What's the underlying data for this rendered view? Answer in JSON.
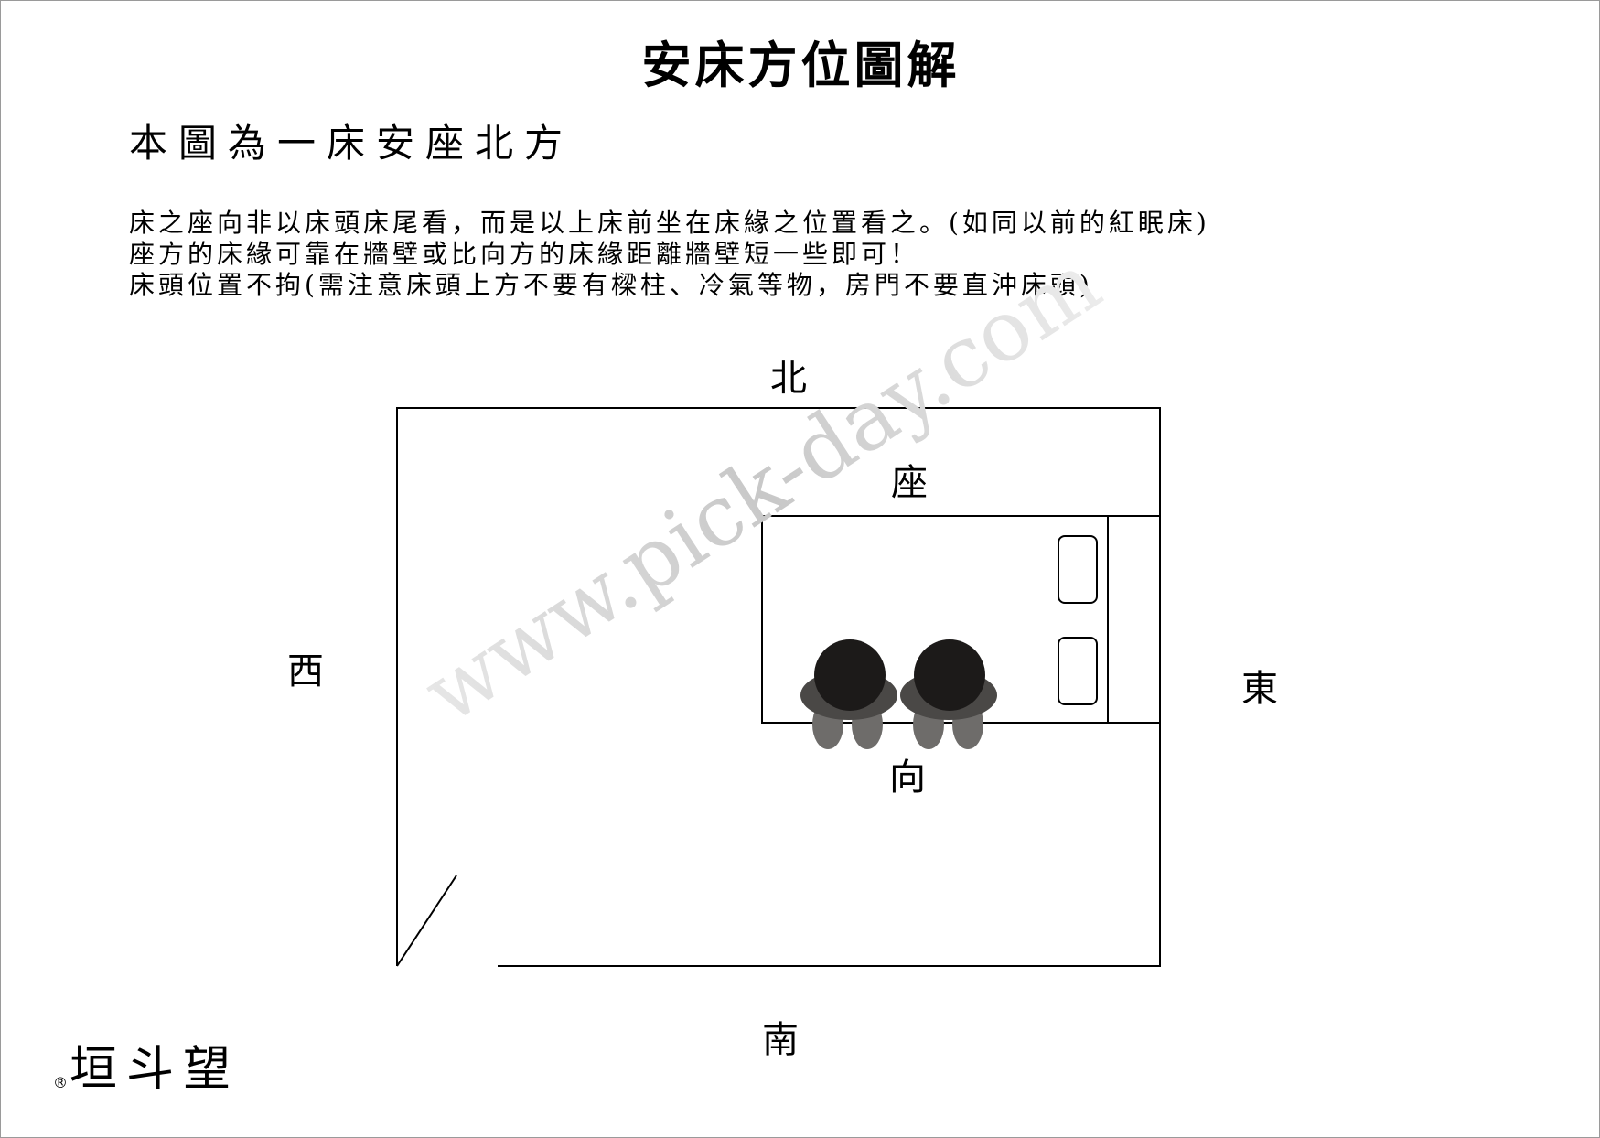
{
  "title": "安床方位圖解",
  "subtitle": "本圖為一床安座北方",
  "description": [
    "床之座向非以床頭床尾看，而是以上床前坐在床緣之位置看之。(如同以前的紅眠床)",
    "座方的床緣可靠在牆壁或比向方的床緣距離牆壁短一些即可！",
    "床頭位置不拘(需注意床頭上方不要有樑柱、冷氣等物，房門不要直沖床頭)"
  ],
  "directions": {
    "north": "北",
    "south": "南",
    "east": "東",
    "west": "西"
  },
  "bed_labels": {
    "seat": "座",
    "facing": "向"
  },
  "watermark": "www.pick-day.com",
  "brand": {
    "name": "垣斗望",
    "registered_mark": "®"
  },
  "colors": {
    "line": "#000000",
    "person_head": "#1c1a19",
    "person_shoulders": "#4a4846",
    "person_legs": "#6e6c6a",
    "watermark": "#d0d0d0"
  }
}
